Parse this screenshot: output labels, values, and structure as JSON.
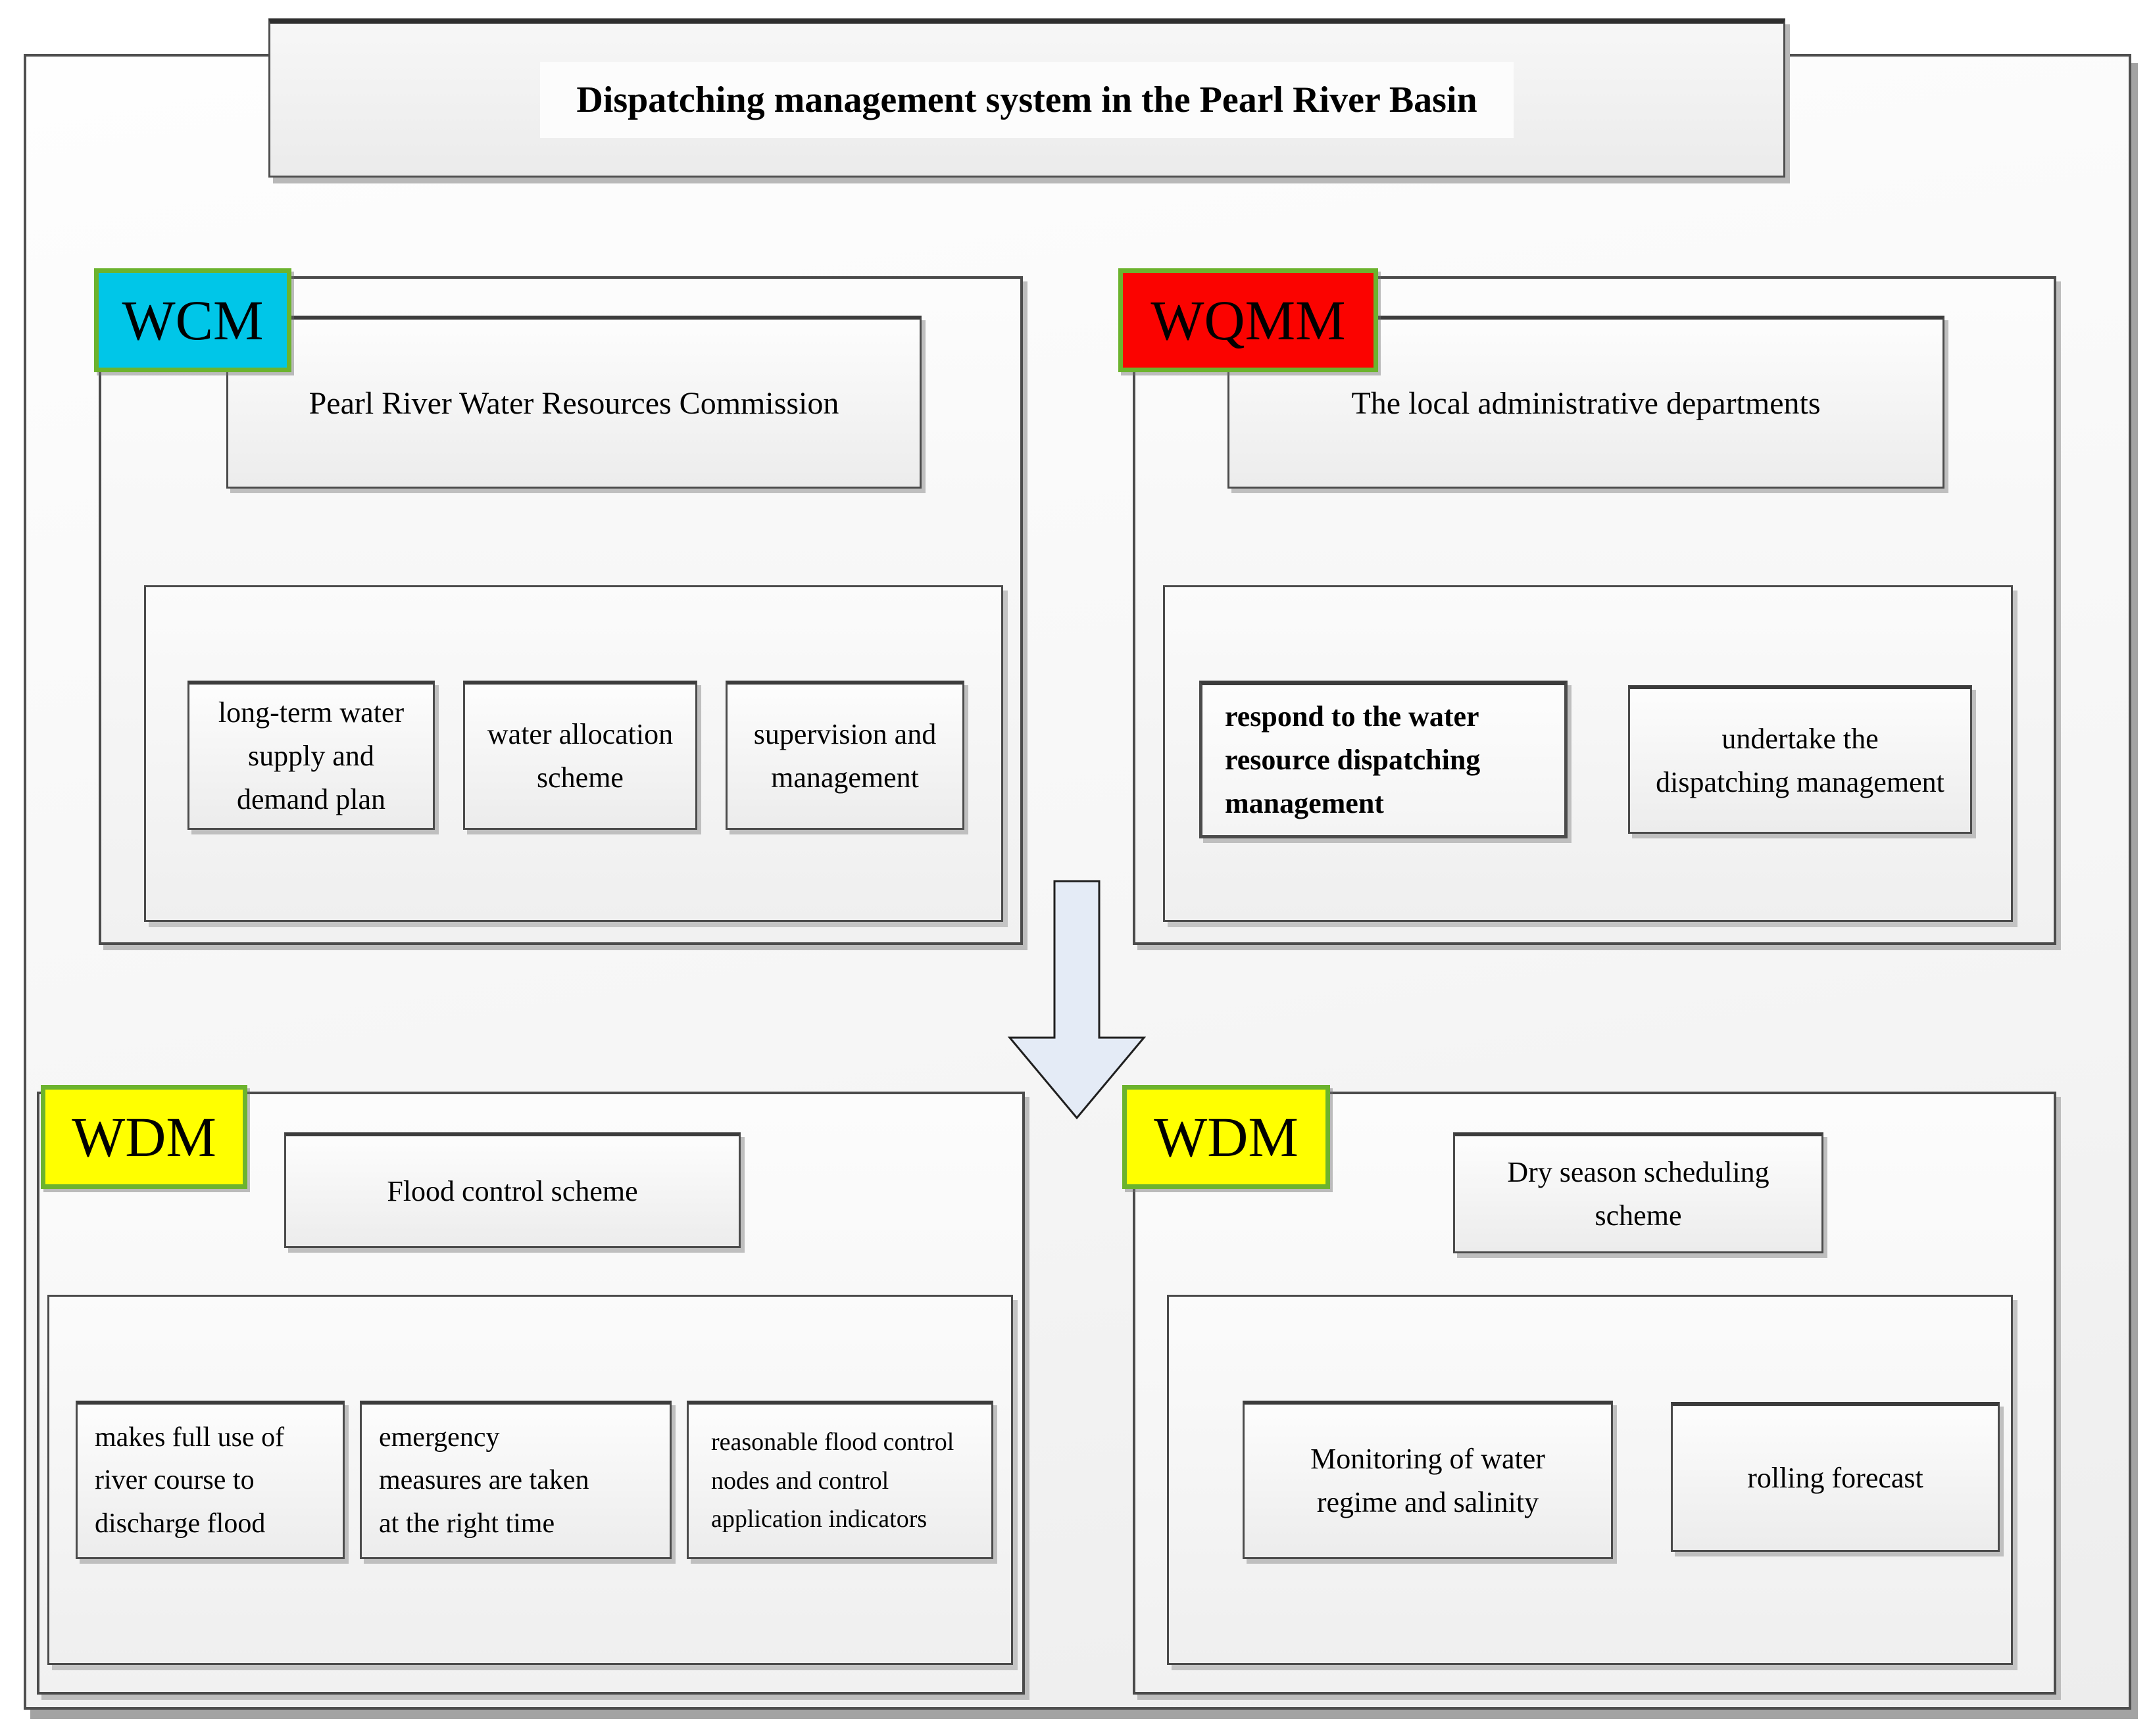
{
  "title": "Dispatching management system in the Pearl River Basin",
  "colors": {
    "wcm_label_bg": "#00c6e8",
    "wqmm_label_bg": "#fb0300",
    "wdm_label_bg": "#ffff00",
    "label_border_green": "#6cb32e",
    "box_border_gray": "#4b4b4b",
    "arrow_fill": "#e4ebf6"
  },
  "sections": [
    {
      "id": "wcm",
      "label": "WCM",
      "header": "Pearl River Water Resources Commission",
      "items": [
        "long-term water\nsupply and\ndemand plan",
        "water allocation\nscheme",
        "supervision and\nmanagement"
      ]
    },
    {
      "id": "wqmm",
      "label": "WQMM",
      "header": "The local administrative departments",
      "items": [
        "respond to the water\nresource dispatching\nmanagement",
        "undertake the\ndispatching management"
      ]
    },
    {
      "id": "wdm-flood",
      "label": "WDM",
      "header": "Flood control scheme",
      "items": [
        "makes full use of\nriver course to\ndischarge flood",
        "emergency\nmeasures are taken\nat the right time",
        "reasonable flood control\nnodes and control\napplication indicators"
      ]
    },
    {
      "id": "wdm-dry",
      "label": "WDM",
      "header": "Dry season scheduling\nscheme",
      "items": [
        "Monitoring of water\nregime and salinity",
        "rolling forecast"
      ]
    }
  ],
  "arrow": {
    "icon": "down-arrow"
  }
}
